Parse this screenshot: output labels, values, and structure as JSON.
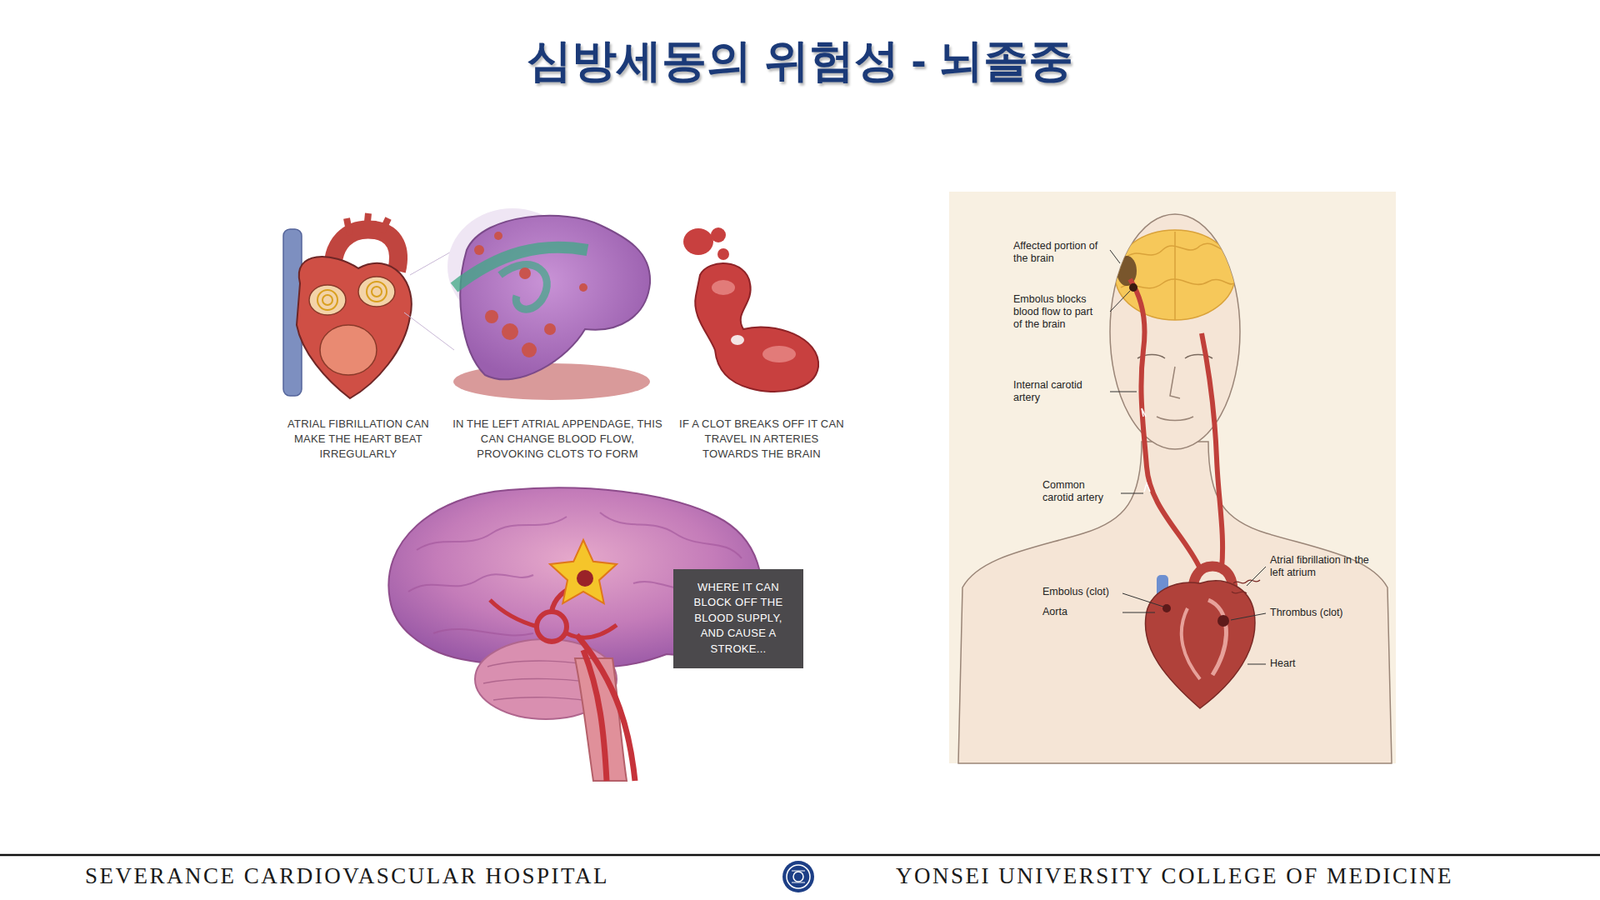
{
  "diagram": {
    "title": "심방세동의 위험성 - 뇌졸중",
    "nodes": [
      {
        "text": [
          "WHERE IT CAN BLOCK OFF THE BLOOD SUPPLY, AND CAUSE A STROKE..."
        ]
      }
    ],
    "labels": [
      "ATRIAL FIBRILLATION CAN MAKE THE HEART BEAT IRREGULARLY",
      "IN THE LEFT ATRIAL APPENDAGE, THIS CAN CHANGE BLOOD FLOW, PROVOKING CLOTS TO FORM",
      "IF A CLOT BREAKS OFF IT CAN TRAVEL IN ARTERIES TOWARDS THE BRAIN",
      "Affected portion of the brain",
      "Embolus blocks blood flow to part of the brain",
      "Internal carotid artery",
      "Common carotid artery",
      "Embolus (clot)",
      "Aorta",
      "Atrial fibrillation in the left atrium",
      "Thrombus (clot)",
      "Heart",
      "SEVERANCE CARDIOVASCULAR HOSPITAL",
      "YONSEI UNIVERSITY COLLEGE OF MEDICINE"
    ]
  }
}
